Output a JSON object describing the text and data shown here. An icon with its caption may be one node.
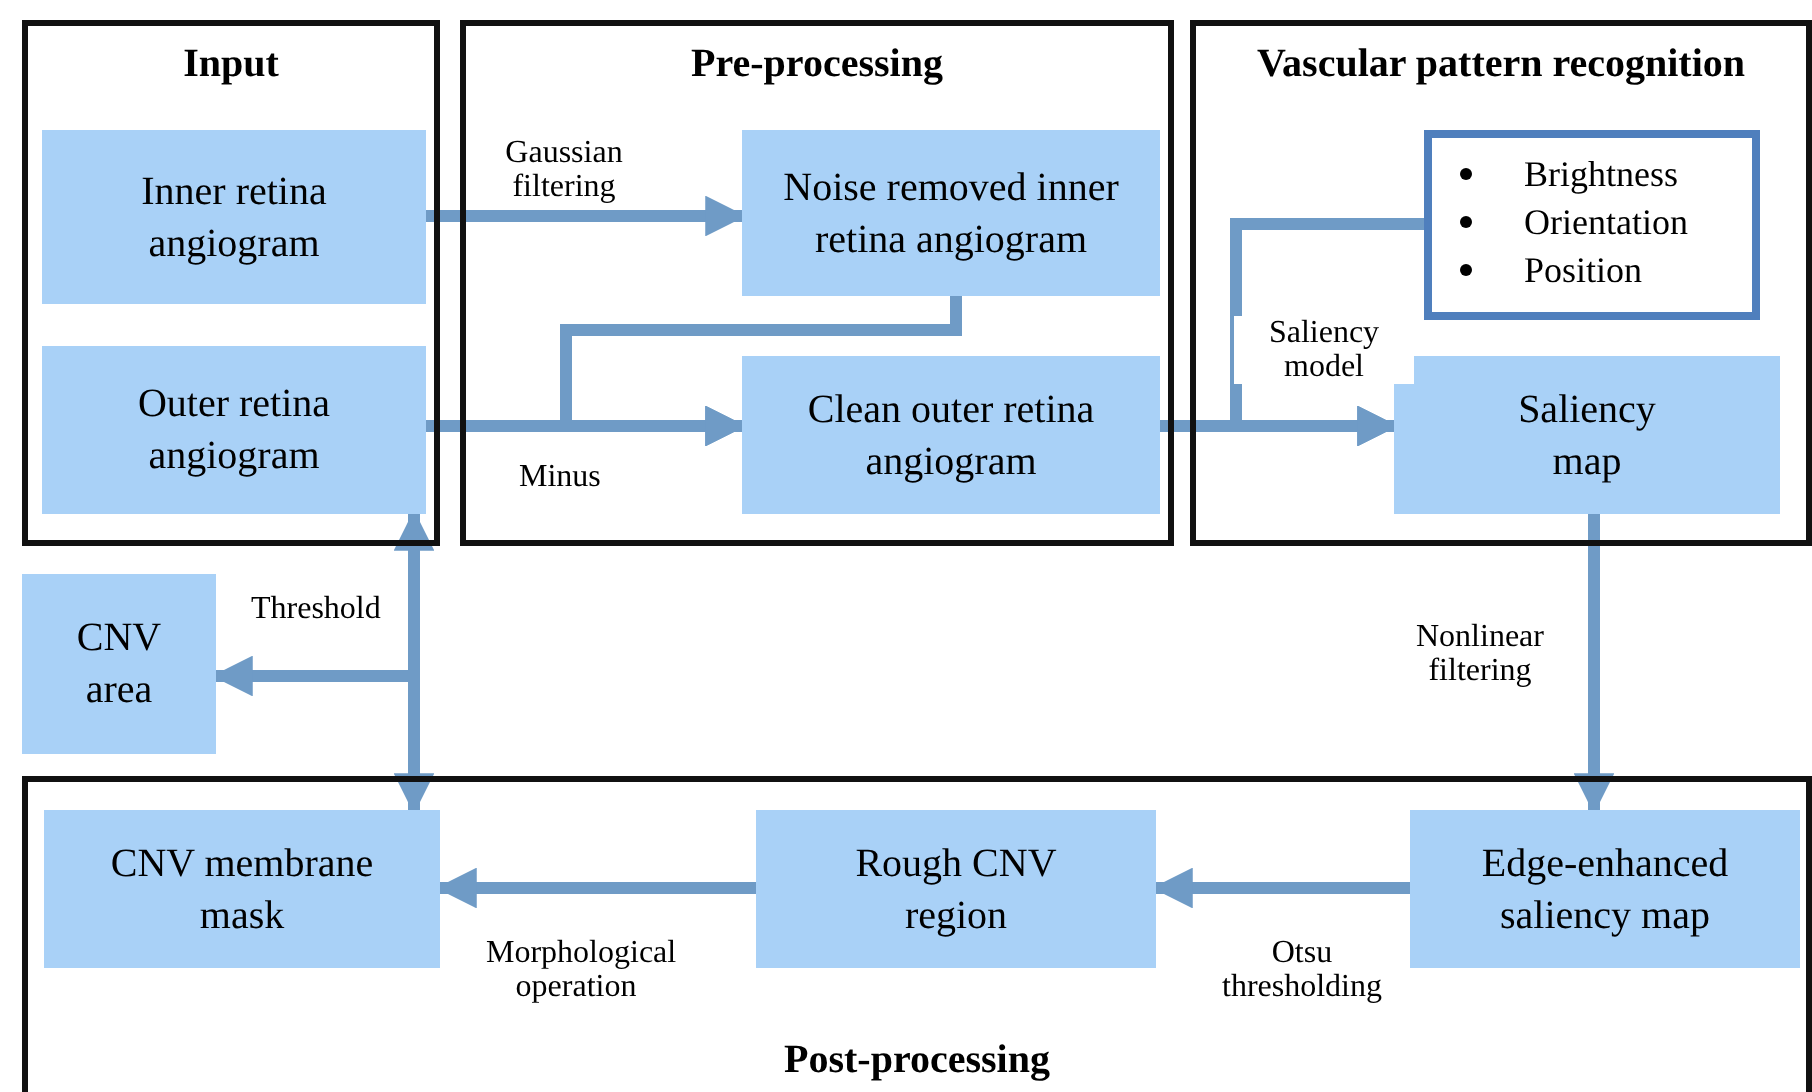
{
  "diagram": {
    "nodes": [
      {
        "text": [
          "Input"
        ]
      },
      {
        "text": [
          "Inner retina angiogram"
        ],
        "in": 0
      },
      {
        "text": [
          "Outer retina angiogram"
        ],
        "in": 0
      },
      {
        "text": [
          "Pre-processing"
        ]
      },
      {
        "text": [
          "Noise removed inner retina angiogram"
        ],
        "in": 3
      },
      {
        "text": [
          "Clean outer retina angiogram"
        ],
        "in": 3
      },
      {
        "text": [
          "Vascular pattern recognition"
        ]
      },
      {
        "text": [
          "Brightness",
          "Orientation",
          "Position"
        ],
        "in": 6
      },
      {
        "text": [
          "Saliency map"
        ],
        "in": 6
      },
      {
        "text": [
          "CNV area"
        ]
      },
      {
        "text": [
          "Post-processing"
        ]
      },
      {
        "text": [
          "CNV membrane mask"
        ],
        "in": 10
      },
      {
        "text": [
          "Rough CNV region"
        ],
        "in": 10
      },
      {
        "text": [
          "Edge-enhanced saliency map"
        ],
        "in": 10
      }
    ],
    "edges": [
      {
        "from": 1,
        "to": 4,
        "arrow": "to",
        "label": "Gaussian filtering"
      },
      {
        "from": 2,
        "to": 5,
        "arrow": "to",
        "label": "Minus"
      },
      {
        "from": 4,
        "to": 5,
        "arrow": "to"
      },
      {
        "from": 5,
        "to": 8,
        "arrow": "to",
        "label": "Saliency model"
      },
      {
        "from": 7,
        "to": 8,
        "arrow": "to"
      },
      {
        "from": 8,
        "to": 13,
        "arrow": "to",
        "label": "Nonlinear filtering"
      },
      {
        "from": 13,
        "to": 12,
        "arrow": "to",
        "label": "Otsu thresholding"
      },
      {
        "from": 12,
        "to": 11,
        "arrow": "to",
        "label": "Morphological operation"
      },
      {
        "from": 2,
        "to": 11,
        "arrow": "both"
      },
      {
        "from": 11,
        "to": 9,
        "arrow": "to",
        "label": "Threshold"
      }
    ]
  }
}
